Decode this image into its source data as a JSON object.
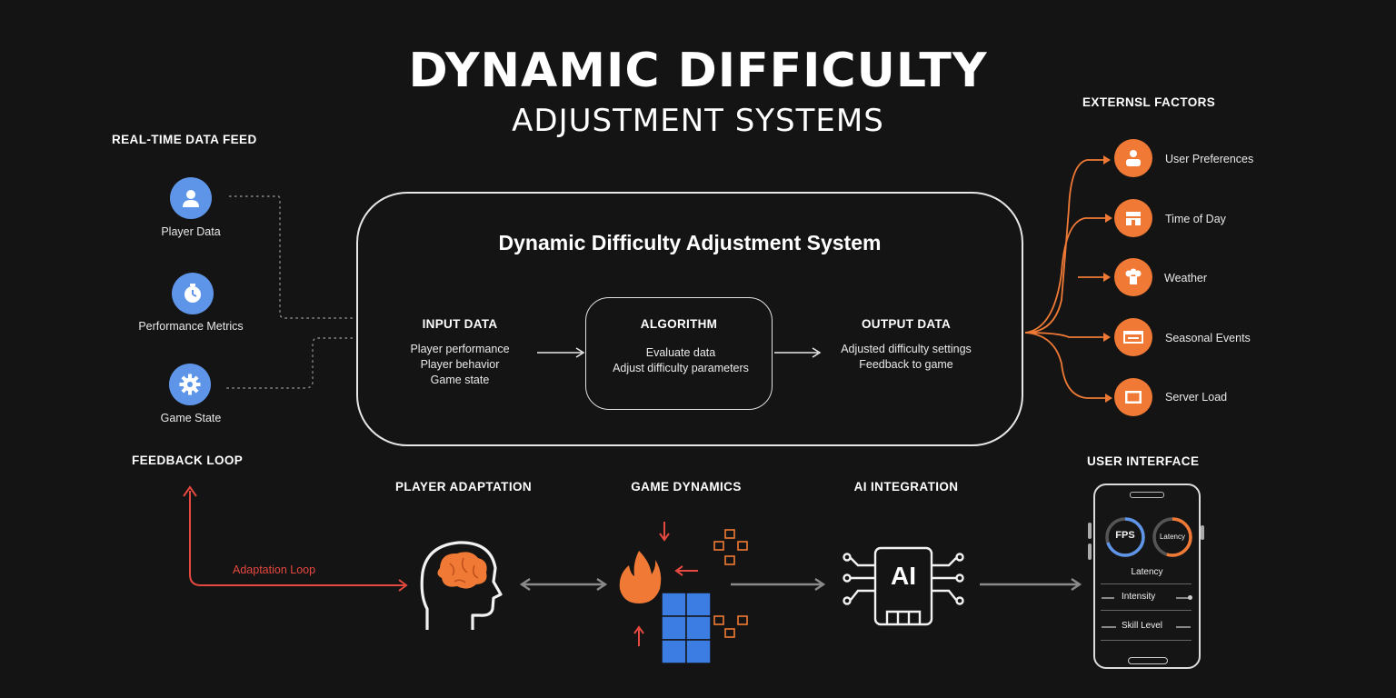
{
  "title": {
    "main": "DYNAMIC DIFFICULTY",
    "sub": "ADJUSTMENT SYSTEMS"
  },
  "realtime_feed": {
    "heading": "REAL-TIME DATA FEED",
    "items": [
      {
        "label": "Player Data",
        "icon": "user-icon"
      },
      {
        "label": "Performance Metrics",
        "icon": "stopwatch-icon"
      },
      {
        "label": "Game State",
        "icon": "gear-icon"
      }
    ]
  },
  "system": {
    "title": "Dynamic Difficulty Adjustment System",
    "input": {
      "heading": "INPUT DATA",
      "lines": [
        "Player performance",
        "Player behavior",
        "Game state"
      ]
    },
    "algorithm": {
      "heading": "ALGORITHM",
      "lines": [
        "Evaluate data",
        "Adjust difficulty parameters"
      ]
    },
    "output": {
      "heading": "OUTPUT DATA",
      "lines": [
        "Adjusted difficulty settings",
        "Feedback to game"
      ]
    }
  },
  "external": {
    "heading": "EXTERNSL FACTORS",
    "items": [
      {
        "label": "User Preferences",
        "icon": "users-icon"
      },
      {
        "label": "Time of Day",
        "icon": "calendar-icon"
      },
      {
        "label": "Weather",
        "icon": "cloud-icon"
      },
      {
        "label": "Seasonal Events",
        "icon": "banner-icon"
      },
      {
        "label": "Server Load",
        "icon": "server-icon"
      }
    ]
  },
  "feedback": {
    "heading": "FEEDBACK LOOP",
    "loop_label": "Adaptation Loop"
  },
  "bottom": {
    "player_adaptation": "PLAYER ADAPTATION",
    "game_dynamics": "GAME DYNAMICS",
    "ai_integration": "AI INTEGRATION",
    "ai_chip_text": "AI"
  },
  "user_interface": {
    "heading": "USER INTERFACE",
    "gauges": [
      {
        "label": "FPS",
        "fill": 0.7
      },
      {
        "label": "Latency",
        "fill": 0.55
      }
    ],
    "rows": [
      "Latency",
      "Intensity",
      "Skill Level"
    ]
  },
  "colors": {
    "background": "#141414",
    "blue": "#5f95e8",
    "orange": "#f07a35",
    "red": "#e5483f",
    "grid_blue": "#3b7de3"
  }
}
